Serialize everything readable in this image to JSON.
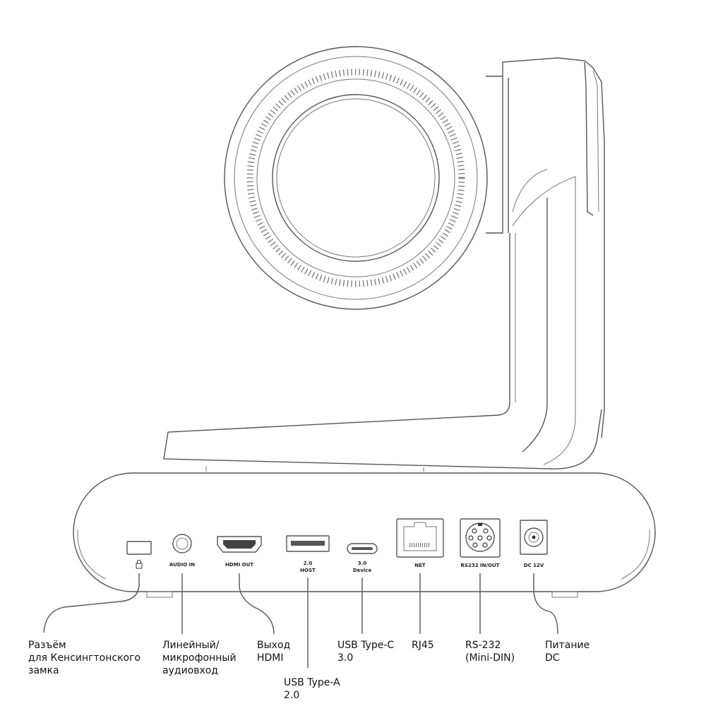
{
  "ports": {
    "audio_in": "AUDIO IN",
    "hdmi_out": "HDMI OUT",
    "usb_a_1": "2.0",
    "usb_a_2": "HOST",
    "usb_c_1": "3.0",
    "usb_c_2": "Device",
    "net": "NET",
    "rs232": "RS232 IN/OUT",
    "dc": "DC 12V"
  },
  "callouts": {
    "kensington": [
      "Разъём",
      "для Кенсингтонского",
      "замка"
    ],
    "audio": [
      "Линейный/",
      "микрофонный",
      "аудиовход"
    ],
    "hdmi": [
      "Выход",
      "HDMI"
    ],
    "usb_a": [
      "USB Type-A",
      "2.0"
    ],
    "usb_c": [
      "USB Type-C",
      "3.0"
    ],
    "rj45": [
      "RJ45"
    ],
    "rs232": [
      "RS-232",
      "(Mini-DIN)"
    ],
    "dc": [
      "Питание",
      "DC"
    ]
  },
  "icons": [
    "lock-icon",
    "hdmi-port-icon",
    "usb-a-port-icon",
    "usb-c-port-icon",
    "rj45-port-icon",
    "mini-din-port-icon",
    "dc-jack-icon",
    "audio-jack-icon"
  ]
}
